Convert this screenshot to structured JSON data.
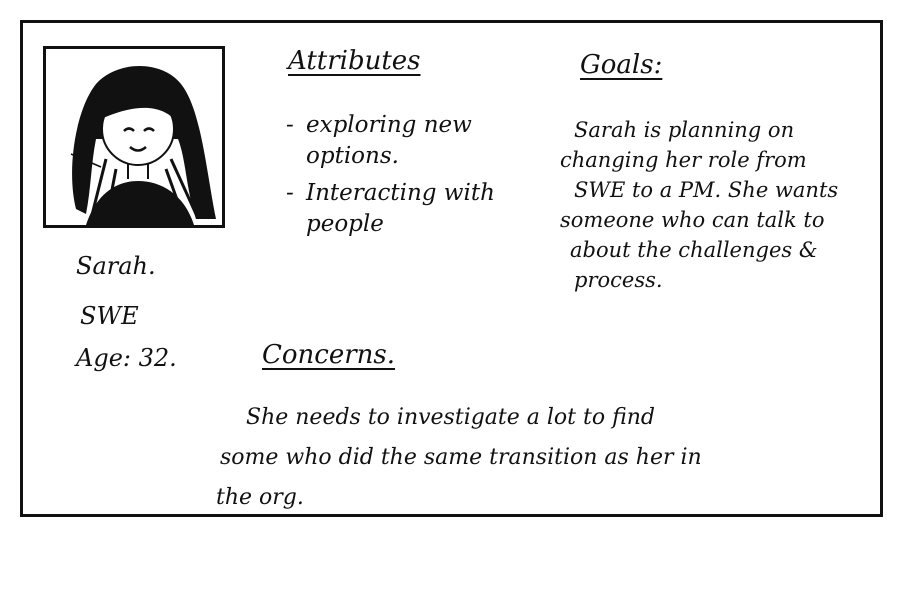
{
  "persona": {
    "name": "Sarah.",
    "role": "SWE",
    "age": "Age: 32."
  },
  "attributes": {
    "heading": "Attributes",
    "items": [
      "exploring new\noptions.",
      "Interacting with\npeople"
    ]
  },
  "goals": {
    "heading": "Goals:",
    "lines": [
      "Sarah is planning on",
      "changing her role from",
      "SWE to a PM. She wants",
      "someone who can talk to",
      "about the challenges &",
      "process."
    ]
  },
  "concerns": {
    "heading": "Concerns.",
    "lines": [
      "She needs to investigate a lot to find",
      "some who did the same transition as her in",
      "the org."
    ]
  },
  "icons": {
    "portrait": "woman-portrait-icon"
  }
}
